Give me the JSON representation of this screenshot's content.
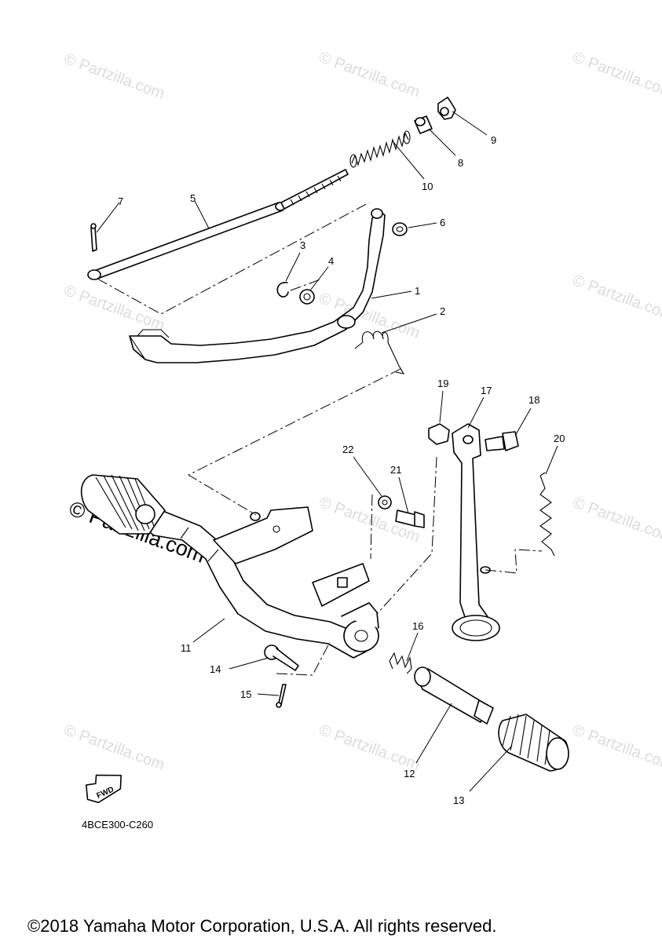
{
  "diagram": {
    "part_code": "4BCE300-C260",
    "copyright": "©2018 Yamaha Motor Corporation, U.S.A. All rights reserved.",
    "fwd_label": "FWD",
    "watermark": "© Partzilla.com",
    "watermark_large": "© Partzilla.com",
    "callouts": [
      "1",
      "2",
      "3",
      "4",
      "5",
      "6",
      "7",
      "8",
      "9",
      "10",
      "11",
      "12",
      "13",
      "14",
      "15",
      "16",
      "17",
      "18",
      "19",
      "20",
      "21",
      "22"
    ]
  }
}
